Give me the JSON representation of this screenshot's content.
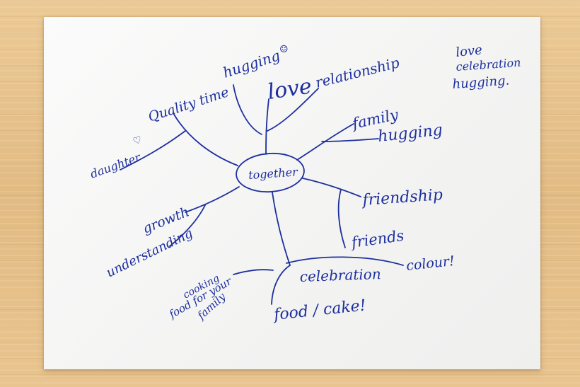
{
  "mindmap": {
    "center": "together",
    "words": {
      "quality_time": "Quality time",
      "hugging_top": "hugging",
      "smiley": "☺",
      "love": "love",
      "relationship": "relationship",
      "family": "family",
      "hugging_right": "hugging",
      "daughter": "daughter",
      "heart": "♡",
      "friendship": "friendship",
      "friends": "friends",
      "growth": "growth",
      "understanding": "understanding",
      "colour": "colour!",
      "celebration": "celebration",
      "cooking_line1": "cooking",
      "cooking_line2": "food for your",
      "cooking_line3": "family",
      "food_cake": "food / cake!"
    },
    "corner_note": [
      "love",
      "celebration",
      "hugging."
    ]
  },
  "colors": {
    "ink": "#1d2f9e",
    "paper": "#f6f6f5",
    "wood": "#e6c28e"
  }
}
